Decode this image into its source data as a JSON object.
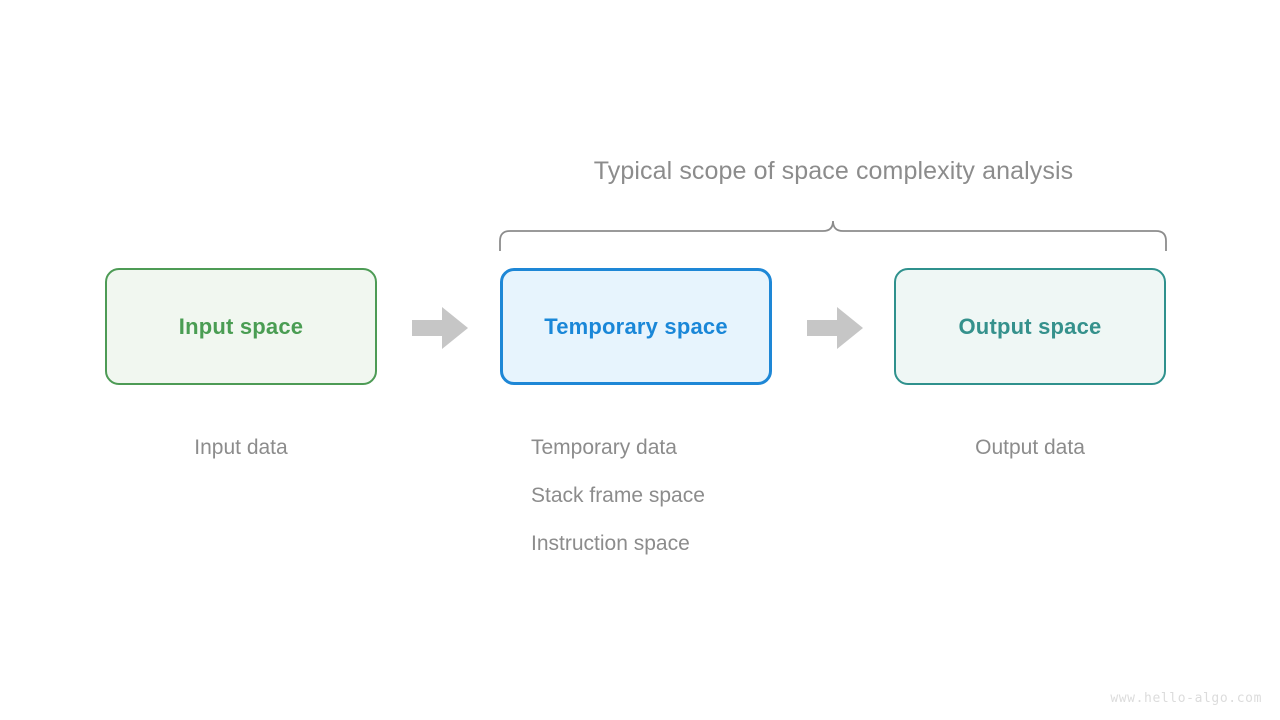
{
  "diagram": {
    "title": "Typical scope of space complexity analysis",
    "background_color": "#ffffff",
    "watermark": "www.hello-algo.com",
    "brace": {
      "name": "curly-brace",
      "color": "#8c8c8c",
      "spans_boxes": [
        "Temporary space",
        "Output space"
      ]
    },
    "stages": [
      {
        "id": "input",
        "box_label": "Input space",
        "border_color": "#4d9b55",
        "fill_color": "#f1f7f0",
        "text_color": "#4a9d53",
        "captions": [
          "Input data"
        ]
      },
      {
        "id": "temporary",
        "box_label": "Temporary space",
        "border_color": "#1e87d6",
        "fill_color": "#e7f4fd",
        "text_color": "#1a87d8",
        "captions": [
          "Temporary data",
          "Stack frame space",
          "Instruction space"
        ]
      },
      {
        "id": "output",
        "box_label": "Output space",
        "border_color": "#2f918d",
        "fill_color": "#eff7f5",
        "text_color": "#35918c",
        "captions": [
          "Output data"
        ]
      }
    ],
    "arrows": [
      {
        "id": "arrow-input-to-temporary",
        "color": "#c6c6c6",
        "direction": "right"
      },
      {
        "id": "arrow-temporary-to-output",
        "color": "#c6c6c6",
        "direction": "right"
      }
    ]
  }
}
